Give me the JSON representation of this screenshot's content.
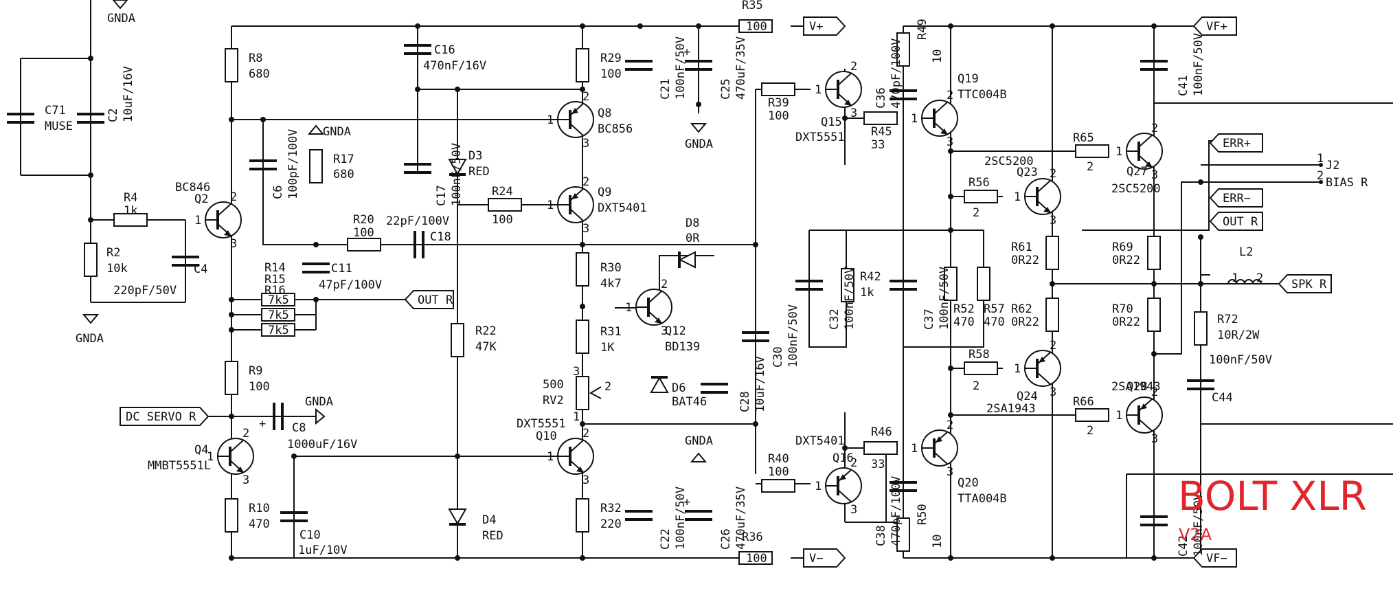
{
  "title": "BOLT XLR",
  "revision": "V2A",
  "power_labels": {
    "gnda": "GNDA",
    "v_plus": "V+",
    "v_minus": "V−",
    "vf_plus": "VF+",
    "vf_minus": "VF−"
  },
  "net_labels": {
    "out_r": "OUT R",
    "dc_servo": "DC SERVO R",
    "err_plus": "ERR+",
    "err_minus": "ERR−",
    "spk_r": "SPK R"
  },
  "connector": {
    "ref": "J2",
    "value": "BIAS R",
    "pin1": "1",
    "pin2": "2"
  },
  "resistors": [
    {
      "ref": "R8",
      "value": "680"
    },
    {
      "ref": "R4",
      "value": "1k"
    },
    {
      "ref": "R2",
      "value": "10k"
    },
    {
      "ref": "R17",
      "value": "680"
    },
    {
      "ref": "R20",
      "value": "100"
    },
    {
      "ref": "R14",
      "value": "7k5"
    },
    {
      "ref": "R15",
      "value": "7k5"
    },
    {
      "ref": "R16",
      "value": "7k5"
    },
    {
      "ref": "R9",
      "value": "100"
    },
    {
      "ref": "R10",
      "value": "470"
    },
    {
      "ref": "R29",
      "value": "100"
    },
    {
      "ref": "R24",
      "value": "100"
    },
    {
      "ref": "R22",
      "value": "47K"
    },
    {
      "ref": "R30",
      "value": "4k7"
    },
    {
      "ref": "R31",
      "value": "1K"
    },
    {
      "ref": "R32",
      "value": "220"
    },
    {
      "ref": "R35",
      "value": "100"
    },
    {
      "ref": "R36",
      "value": "100"
    },
    {
      "ref": "R39",
      "value": "100"
    },
    {
      "ref": "R40",
      "value": "100"
    },
    {
      "ref": "R42",
      "value": "1k"
    },
    {
      "ref": "R45",
      "value": "33"
    },
    {
      "ref": "R46",
      "value": "33"
    },
    {
      "ref": "R49",
      "value": "10"
    },
    {
      "ref": "R50",
      "value": "10"
    },
    {
      "ref": "R52",
      "value": "470"
    },
    {
      "ref": "R57",
      "value": "470"
    },
    {
      "ref": "R56",
      "value": "2"
    },
    {
      "ref": "R58",
      "value": "2"
    },
    {
      "ref": "R61",
      "value": "0R22"
    },
    {
      "ref": "R62",
      "value": "0R22"
    },
    {
      "ref": "R65",
      "value": "2"
    },
    {
      "ref": "R66",
      "value": "2"
    },
    {
      "ref": "R69",
      "value": "0R22"
    },
    {
      "ref": "R70",
      "value": "0R22"
    },
    {
      "ref": "R72",
      "value": "10R/2W"
    }
  ],
  "capacitors": [
    {
      "ref": "C71",
      "value": "MUSE"
    },
    {
      "ref": "C2",
      "value": "10uF/16V"
    },
    {
      "ref": "C4",
      "value": "220pF/50V"
    },
    {
      "ref": "C6",
      "value": "100pF/100V"
    },
    {
      "ref": "C8",
      "value": "1000uF/16V"
    },
    {
      "ref": "C10",
      "value": "1uF/10V"
    },
    {
      "ref": "C11",
      "value": "47pF/100V"
    },
    {
      "ref": "C16",
      "value": "470nF/16V"
    },
    {
      "ref": "C17",
      "value": "100nF/50V"
    },
    {
      "ref": "C18",
      "value": "22pF/100V"
    },
    {
      "ref": "C21",
      "value": "100nF/50V"
    },
    {
      "ref": "C22",
      "value": "100nF/50V"
    },
    {
      "ref": "C25",
      "value": "470uF/35V"
    },
    {
      "ref": "C26",
      "value": "470uF/35V"
    },
    {
      "ref": "C28",
      "value": "10uF/16V"
    },
    {
      "ref": "C30",
      "value": "100nF/50V"
    },
    {
      "ref": "C32",
      "value": "100nF/50V"
    },
    {
      "ref": "C36",
      "value": "470pF/100V"
    },
    {
      "ref": "C37",
      "value": "100nF/50V"
    },
    {
      "ref": "C38",
      "value": "470pF/100V"
    },
    {
      "ref": "C41",
      "value": "100nF/50V"
    },
    {
      "ref": "C42",
      "value": "100nF/50V"
    },
    {
      "ref": "C44",
      "value": "100nF/50V"
    }
  ],
  "transistors": [
    {
      "ref": "Q2",
      "value": "BC846"
    },
    {
      "ref": "Q4",
      "value": "MMBT5551L"
    },
    {
      "ref": "Q8",
      "value": "BC856"
    },
    {
      "ref": "Q9",
      "value": "DXT5401"
    },
    {
      "ref": "Q10",
      "value": "DXT5551"
    },
    {
      "ref": "Q12",
      "value": "BD139"
    },
    {
      "ref": "Q15",
      "value": "DXT5551"
    },
    {
      "ref": "Q16",
      "value": "DXT5401"
    },
    {
      "ref": "Q19",
      "value": "TTC004B"
    },
    {
      "ref": "Q20",
      "value": "TTA004B"
    },
    {
      "ref": "Q23",
      "value": "2SC5200"
    },
    {
      "ref": "Q24",
      "value": "2SA1943"
    },
    {
      "ref": "Q27",
      "value": "2SC5200"
    },
    {
      "ref": "Q28",
      "value": "2SA1943"
    }
  ],
  "diodes": [
    {
      "ref": "D3",
      "value": "RED"
    },
    {
      "ref": "D4",
      "value": "RED"
    },
    {
      "ref": "D6",
      "value": "BAT46"
    },
    {
      "ref": "D8",
      "value": "0R"
    }
  ],
  "others": [
    {
      "ref": "RV2",
      "value": "500"
    },
    {
      "ref": "L2",
      "value": ""
    }
  ],
  "pin_numbers": [
    "1",
    "2",
    "3"
  ]
}
